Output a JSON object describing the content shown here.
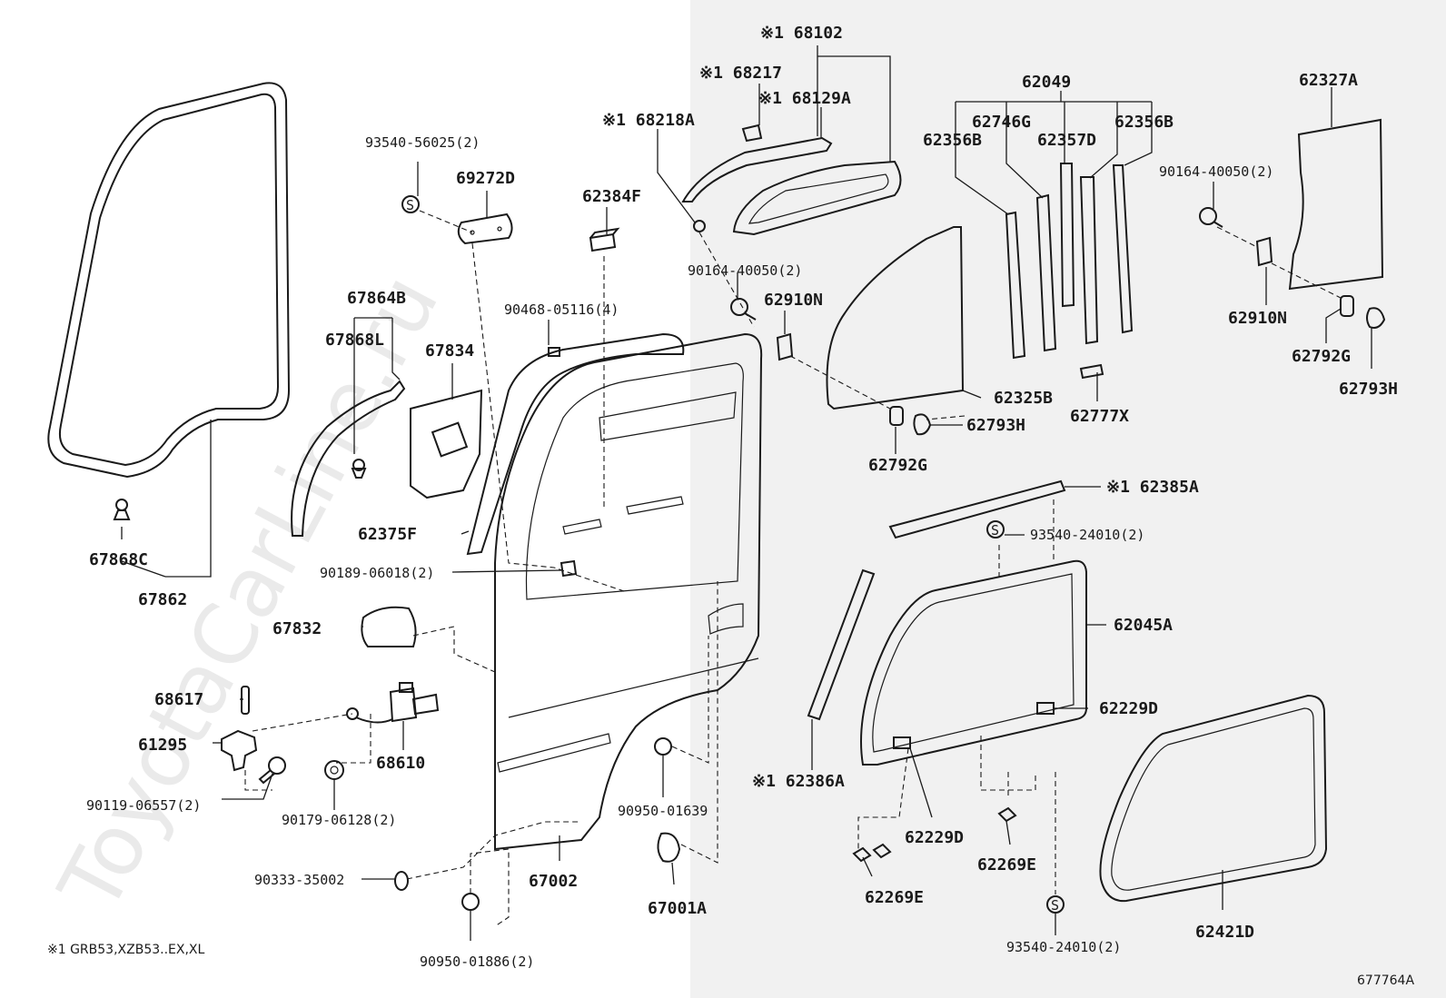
{
  "watermark": "ToyotaCarLine.ru",
  "footnote": "※1 GRB53,XZB53..EX,XL",
  "diagram_code": "677764A",
  "labels": [
    {
      "id": "p68102",
      "text": "※1 68102"
    },
    {
      "id": "p68217",
      "text": "※1 68217"
    },
    {
      "id": "p68129A",
      "text": "※1 68129A"
    },
    {
      "id": "p68218A",
      "text": "※1 68218A"
    },
    {
      "id": "p93540_56025",
      "text": "93540-56025(2)"
    },
    {
      "id": "p69272D",
      "text": "69272D"
    },
    {
      "id": "p62384F",
      "text": "62384F"
    },
    {
      "id": "p90164_40050a",
      "text": "90164-40050(2)"
    },
    {
      "id": "p62910Na",
      "text": "62910N"
    },
    {
      "id": "p62049",
      "text": "62049"
    },
    {
      "id": "p62746G",
      "text": "62746G"
    },
    {
      "id": "p62357D",
      "text": "62357D"
    },
    {
      "id": "p62356Ba",
      "text": "62356B"
    },
    {
      "id": "p62356Bb",
      "text": "62356B"
    },
    {
      "id": "p62327A",
      "text": "62327A"
    },
    {
      "id": "p90164_40050b",
      "text": "90164-40050(2)"
    },
    {
      "id": "p62910Nb",
      "text": "62910N"
    },
    {
      "id": "p62792Ga",
      "text": "62792G"
    },
    {
      "id": "p62793Ha",
      "text": "62793H"
    },
    {
      "id": "p67864B",
      "text": "67864B"
    },
    {
      "id": "p67868L",
      "text": "67868L"
    },
    {
      "id": "p67834",
      "text": "67834"
    },
    {
      "id": "p90468_05116",
      "text": "90468-05116(4)"
    },
    {
      "id": "p62325B",
      "text": "62325B"
    },
    {
      "id": "p62793Hb",
      "text": "62793H"
    },
    {
      "id": "p62777X",
      "text": "62777X"
    },
    {
      "id": "p62792Gb",
      "text": "62792G"
    },
    {
      "id": "p62385A",
      "text": "※1 62385A"
    },
    {
      "id": "p93540_24010a",
      "text": "93540-24010(2)"
    },
    {
      "id": "p67868C",
      "text": "67868C"
    },
    {
      "id": "p67862",
      "text": "67862"
    },
    {
      "id": "p62375F",
      "text": "62375F"
    },
    {
      "id": "p90189_06018",
      "text": "90189-06018(2)"
    },
    {
      "id": "p67832",
      "text": "67832"
    },
    {
      "id": "p62045A",
      "text": "62045A"
    },
    {
      "id": "p68617",
      "text": "68617"
    },
    {
      "id": "p61295",
      "text": "61295"
    },
    {
      "id": "p68610",
      "text": "68610"
    },
    {
      "id": "p62229Da",
      "text": "62229D"
    },
    {
      "id": "p90119_06557",
      "text": "90119-06557(2)"
    },
    {
      "id": "p90179_06128",
      "text": "90179-06128(2)"
    },
    {
      "id": "p90950_01639",
      "text": "90950-01639"
    },
    {
      "id": "p62386A",
      "text": "※1 62386A"
    },
    {
      "id": "p62229Db",
      "text": "62229D"
    },
    {
      "id": "p62269Ea",
      "text": "62269E"
    },
    {
      "id": "p62269Eb",
      "text": "62269E"
    },
    {
      "id": "p90333_35002",
      "text": "90333-35002"
    },
    {
      "id": "p67002",
      "text": "67002"
    },
    {
      "id": "p67001A",
      "text": "67001A"
    },
    {
      "id": "p62421D",
      "text": "62421D"
    },
    {
      "id": "p90950_01886",
      "text": "90950-01886(2)"
    },
    {
      "id": "p93540_24010b",
      "text": "93540-24010(2)"
    }
  ]
}
